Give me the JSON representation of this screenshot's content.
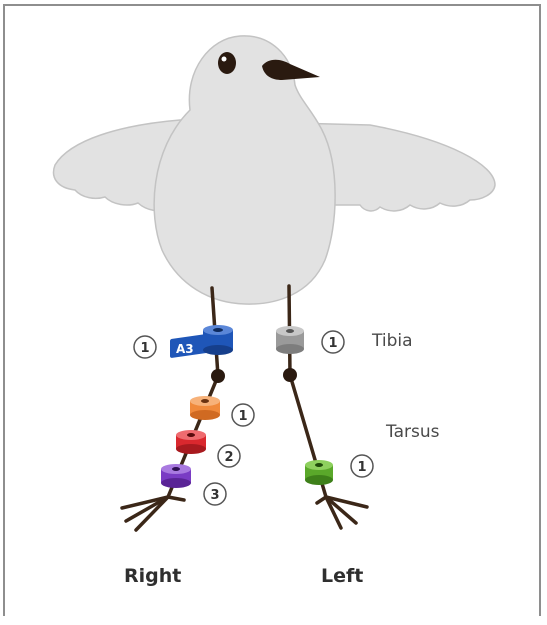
{
  "labels": {
    "tibia": "Tibia",
    "tarsus": "Tarsus",
    "right": "Right",
    "left": "Left"
  },
  "flag_text": "A3",
  "markers": {
    "right_tibia": "1",
    "right_tarsus_1": "1",
    "right_tarsus_2": "2",
    "right_tarsus_3": "3",
    "left_tibia": "1",
    "left_tarsus": "1"
  },
  "colors": {
    "bird_body": "#e2e2e2",
    "bird_outline": "#c3c3c3",
    "leg": "#3b2718",
    "band_blue": "#1f56b8",
    "band_gray": "#9a9a9a",
    "band_orange": "#f08a3c",
    "band_red": "#d9282e",
    "band_purple": "#7a3cc4",
    "band_green": "#5aa82a"
  }
}
